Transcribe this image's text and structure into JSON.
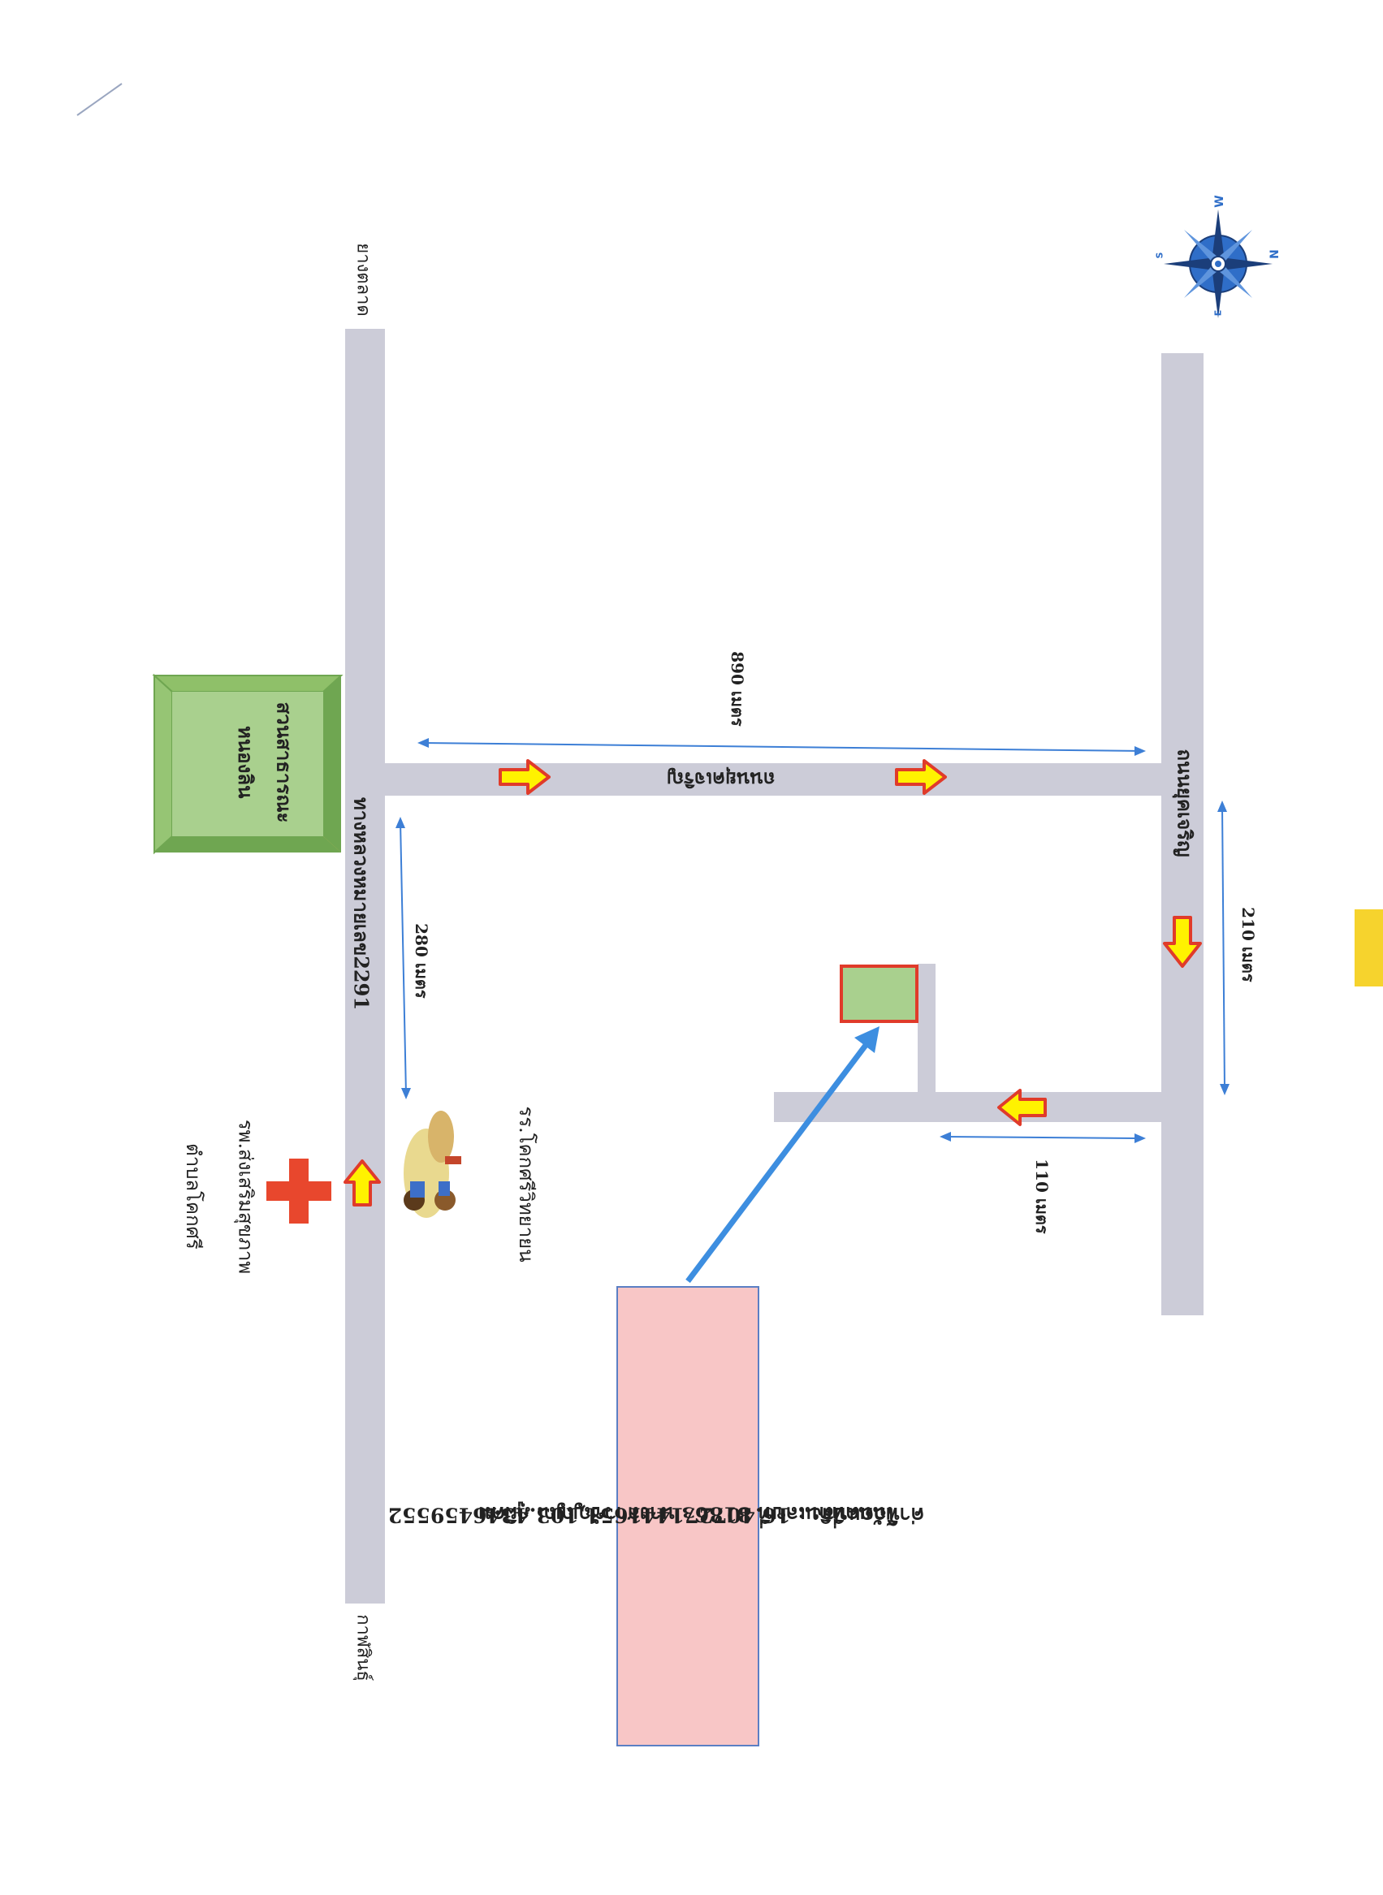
{
  "map": {
    "compass": {
      "north": "N",
      "south": "S",
      "east": "E",
      "west": "W"
    },
    "roads": {
      "highway": "ทางหลวงหมายเลข2291",
      "yukcharoen": "ถนนยุคเจริญ",
      "yukcharoen_side": "ถนนยุคเจริญ"
    },
    "directions": {
      "top_end": "ยางตลาด",
      "bottom_end": "กาฬสินธุ์"
    },
    "distances": {
      "d890": "890 เมตร",
      "d280": "280 เมตร",
      "d210": "210 เมตร",
      "d110": "110 เมตร"
    },
    "landmarks": {
      "park_line1": "สวนสาธารณะ",
      "park_line2": "หนองลิน",
      "school": "รร.โคกศรีวิทยายน",
      "hospital_line1": "รพ.ส่งเสริมสุขภาพ",
      "hospital_line2": "ตำบลโคกศรี"
    },
    "info_box": {
      "line1": "โฉนดที่ดินเลขที่ 8186з นางสาวชัญญณ ภูผิคม",
      "line2": "ค่าพิกัดแปลง : 16.40727144165​1,103.4346459552"
    },
    "colors": {
      "road": "#ccccd8",
      "plot_fill": "#a9d08e",
      "plot_border": "#e03b2a",
      "info_fill": "#f8c6c6",
      "info_border": "#5b7fc4",
      "arrow_fill": "#fff200",
      "arrow_border": "#e03b2a",
      "measure_line": "#3d7fd6",
      "pointer": "#3d8ee0",
      "cross": "#e8472d",
      "park_outer": "#f2c45a",
      "park_fill": "#a9d08e",
      "park_edge": "#6fa651",
      "compass_blue": "#2f6ec8",
      "side_tab": "#f6d32d"
    }
  }
}
